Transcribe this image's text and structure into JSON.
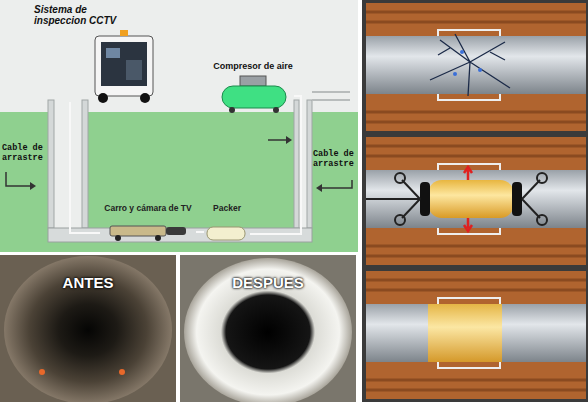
{
  "diagram": {
    "nodes": [
      {
        "text": [
          "Sistema de inspeccion CCTV"
        ]
      },
      {
        "text": [
          "Compresor de aire"
        ]
      },
      {
        "text": [
          "Carro y cámara de TV"
        ]
      },
      {
        "text": [
          "Packer"
        ]
      },
      {
        "text": [
          "ANTES"
        ]
      },
      {
        "text": [
          "DESPUES"
        ]
      }
    ],
    "edges": [
      {
        "from": 0,
        "to": 2,
        "arrow": "none"
      },
      {
        "from": 1,
        "to": 3,
        "arrow": "none"
      },
      {
        "from": 2,
        "to": 3,
        "arrow": "none"
      }
    ],
    "labels": [
      "Cable de arrastre",
      "Cable de arrastre"
    ]
  }
}
